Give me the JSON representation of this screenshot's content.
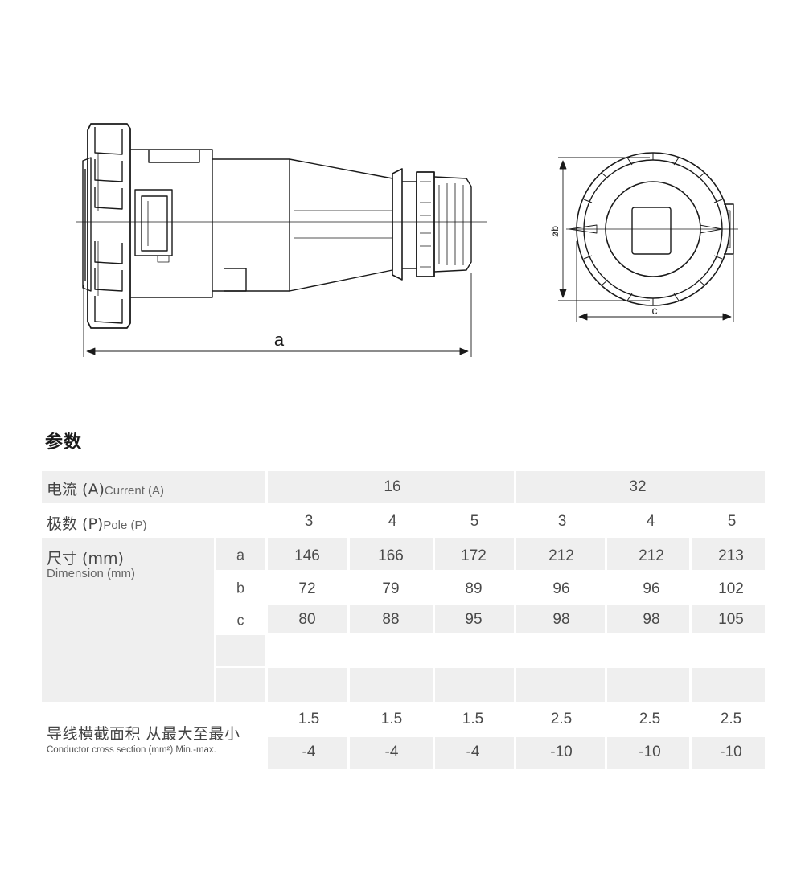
{
  "drawing": {
    "dim_a": "a",
    "dim_b": "øb",
    "dim_c": "c"
  },
  "section_title": "参数",
  "table": {
    "current": {
      "label_zh": "电流 (A)",
      "label_en": "Current (A)",
      "groups": [
        "16",
        "32"
      ]
    },
    "poles": {
      "label_zh": "极数 (P)",
      "label_en": "Pole (P)",
      "values": [
        "3",
        "4",
        "5",
        "3",
        "4",
        "5"
      ]
    },
    "dimension": {
      "label_zh": "尺寸 (mm)",
      "label_en": "Dimension (mm)",
      "rows": [
        {
          "key": "a",
          "values": [
            "146",
            "166",
            "172",
            "212",
            "212",
            "213"
          ]
        },
        {
          "key": "b",
          "values": [
            "72",
            "79",
            "89",
            "96",
            "96",
            "102"
          ]
        },
        {
          "key": "c",
          "values": [
            "80",
            "88",
            "95",
            "98",
            "98",
            "105"
          ]
        }
      ]
    },
    "conductor": {
      "label_zh": "导线横截面积 从最大至最小",
      "label_en": "Conductor cross section (mm²) Min.-max.",
      "max": [
        "1.5",
        "1.5",
        "1.5",
        "2.5",
        "2.5",
        "2.5"
      ],
      "min": [
        "-4",
        "-4",
        "-4",
        "-10",
        "-10",
        "-10"
      ]
    }
  }
}
